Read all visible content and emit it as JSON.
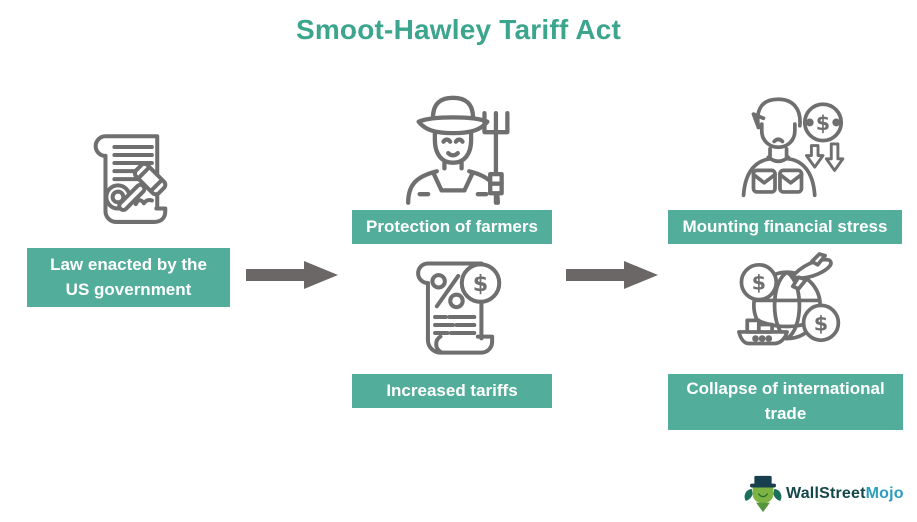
{
  "title": "Smoot-Hawley Tariff Act",
  "symbols": {
    "dollar": "$",
    "percent": "%"
  },
  "flow": {
    "source": {
      "label": "Law enacted by the US government",
      "icon": "law-scroll-gavel-icon"
    },
    "effects": [
      {
        "label": "Protection of farmers",
        "icon": "farmer-icon"
      },
      {
        "label": "Increased tariffs",
        "icon": "tariff-scroll-icon"
      }
    ],
    "consequences": [
      {
        "label": "Mounting financial stress",
        "icon": "person-financial-stress-icon"
      },
      {
        "label": "Collapse of international trade",
        "icon": "global-trade-collapse-icon"
      }
    ]
  },
  "colors": {
    "label_background": "#52ae9b",
    "title_text": "#3ba58e",
    "label_text": "#ffffff",
    "arrow": "#6b6766",
    "icon_stroke": "#6f6f6f",
    "logo_wallstreet": "#14474a",
    "logo_mojo": "#2b9ebc"
  },
  "logo": {
    "brand_first": "WallStreet",
    "brand_second": "Mojo"
  }
}
